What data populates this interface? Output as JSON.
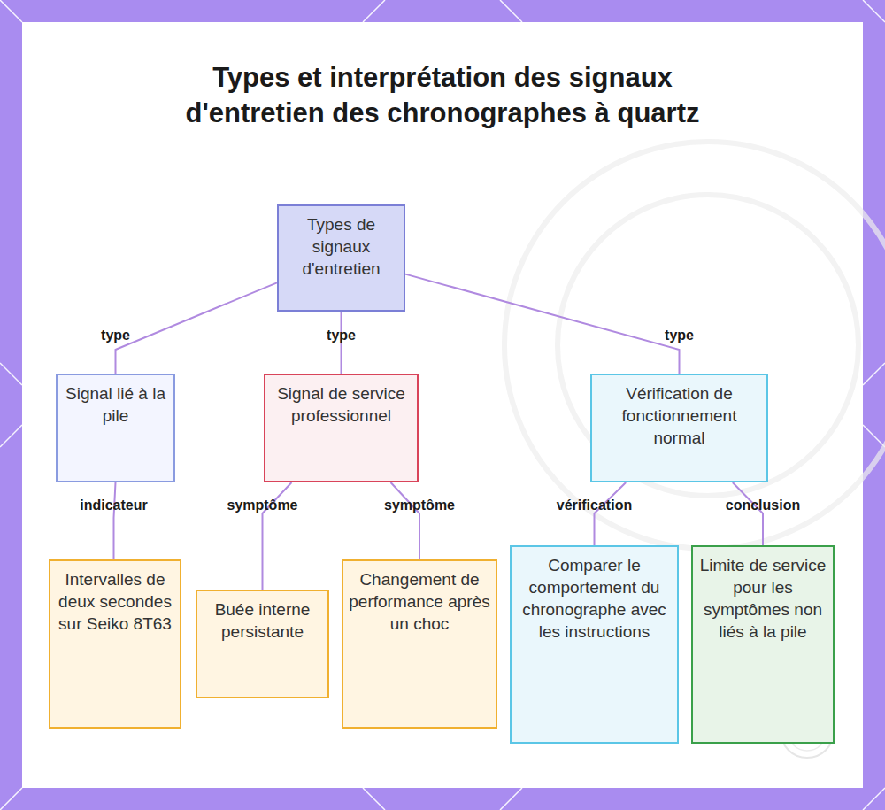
{
  "diagram": {
    "title": "Types et interprétation des signaux d'entretien des chronographes à quartz",
    "nodes": [
      {
        "text": [
          "Types de signaux d'entretien"
        ]
      },
      {
        "text": [
          "Signal lié à la pile"
        ]
      },
      {
        "text": [
          "Signal de service professionnel"
        ]
      },
      {
        "text": [
          "Vérification de fonctionnement normal"
        ]
      },
      {
        "text": [
          "Intervalles de deux secondes sur Seiko 8T63"
        ]
      },
      {
        "text": [
          "Buée interne persistante"
        ]
      },
      {
        "text": [
          "Changement de performance après un choc"
        ]
      },
      {
        "text": [
          "Comparer le comportement du chronographe avec les instructions"
        ]
      },
      {
        "text": [
          "Limite de service pour les symptômes non liés à la pile"
        ]
      }
    ],
    "edges": [
      {
        "from": 0,
        "to": 1,
        "label": "type",
        "arrow": "none"
      },
      {
        "from": 0,
        "to": 2,
        "label": "type",
        "arrow": "none"
      },
      {
        "from": 0,
        "to": 3,
        "label": "type",
        "arrow": "none"
      },
      {
        "from": 1,
        "to": 4,
        "label": "indicateur",
        "arrow": "none"
      },
      {
        "from": 2,
        "to": 5,
        "label": "symptôme",
        "arrow": "none"
      },
      {
        "from": 2,
        "to": 6,
        "label": "symptôme",
        "arrow": "none"
      },
      {
        "from": 3,
        "to": 7,
        "label": "vérification",
        "arrow": "none"
      },
      {
        "from": 3,
        "to": 8,
        "label": "conclusion",
        "arrow": "none"
      }
    ]
  }
}
